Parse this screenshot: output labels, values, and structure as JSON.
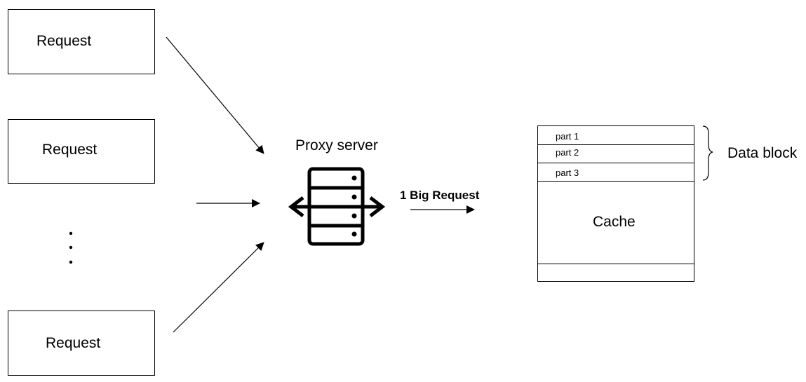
{
  "requests": [
    {
      "label": "Request"
    },
    {
      "label": "Request"
    },
    {
      "label": "Request"
    }
  ],
  "proxy": {
    "label": "Proxy server",
    "icon": "server-icon"
  },
  "big_request": {
    "label": "1 Big Request"
  },
  "cache": {
    "parts": [
      "part 1",
      "part 2",
      "part 3"
    ],
    "label": "Cache"
  },
  "data_block": {
    "label": "Data block"
  }
}
